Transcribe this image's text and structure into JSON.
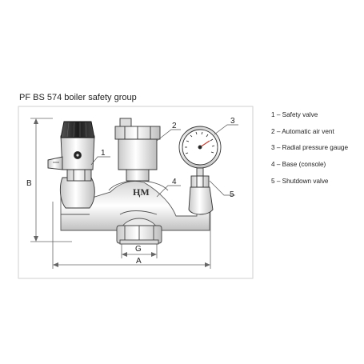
{
  "title": "PF BS 574 boiler safety group",
  "callouts": [
    "1",
    "2",
    "3",
    "4",
    "5"
  ],
  "legend": [
    "1 – Safety valve",
    "2 – Automatic air vent",
    "3 – Radial pressure gauge",
    "4 – Base (console)",
    "5 – Shutdown valve"
  ],
  "dimensions": {
    "width": "A",
    "height": "B",
    "connection": "G"
  }
}
